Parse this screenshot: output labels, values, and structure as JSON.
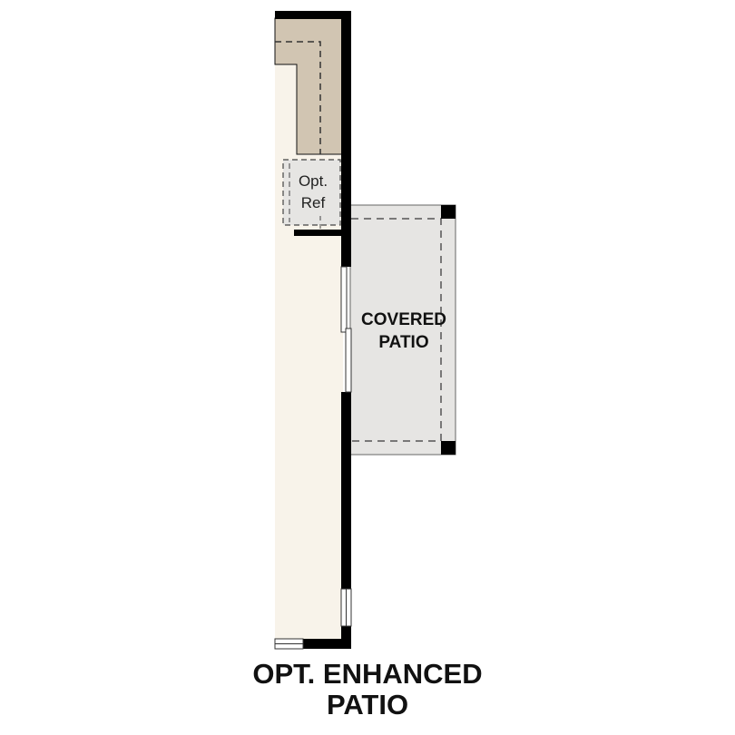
{
  "plan": {
    "rooms": [
      {
        "id": "covered-patio",
        "label_lines": [
          "COVERED",
          "PATIO"
        ]
      },
      {
        "id": "opt-ref",
        "label_lines": [
          "Opt.",
          "Ref"
        ]
      }
    ],
    "caption_lines": [
      "OPT. ENHANCED",
      "PATIO"
    ]
  },
  "colors": {
    "wall": "#000000",
    "interior_floor": "#f8f3ea",
    "counter": "#d1c5b2",
    "patio": "#e6e5e3",
    "dashed": "#555555"
  }
}
